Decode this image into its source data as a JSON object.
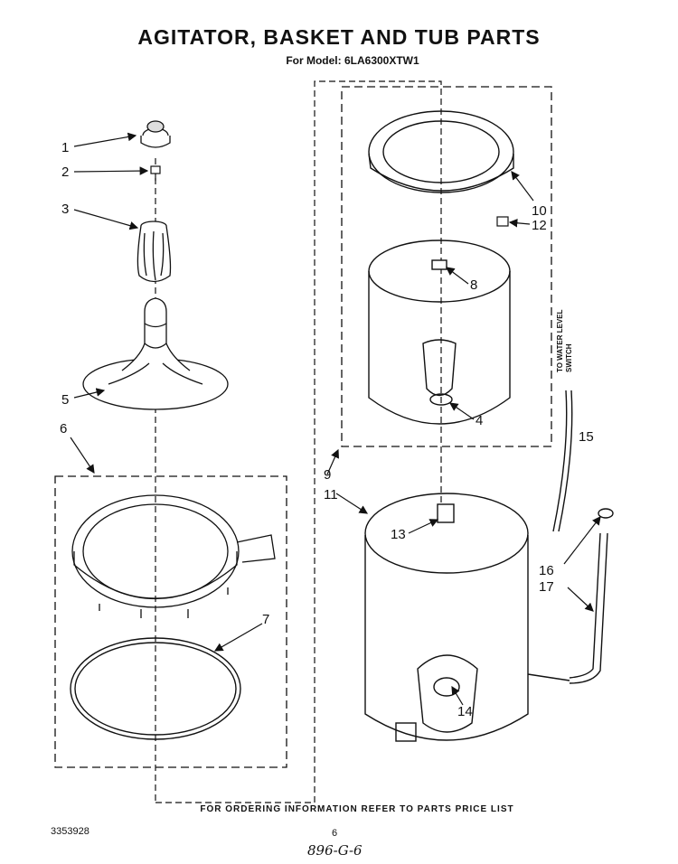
{
  "header": {
    "title": "AGITATOR, BASKET AND TUB PARTS",
    "model": "For Model: 6LA6300XTW1"
  },
  "callouts": {
    "c1": "1",
    "c2": "2",
    "c3": "3",
    "c4": "4",
    "c5": "5",
    "c6": "6",
    "c7": "7",
    "c8": "8",
    "c9": "9",
    "c10": "10",
    "c11": "11",
    "c12": "12",
    "c13": "13",
    "c14": "14",
    "c15": "15",
    "c16": "16",
    "c17": "17"
  },
  "side_note": {
    "line1": "TO WATER LEVEL",
    "line2": "SWITCH"
  },
  "footer": {
    "note": "FOR ORDERING INFORMATION REFER TO PARTS PRICE LIST",
    "doc_number": "3353928",
    "page_number": "6",
    "handwritten": "896-G-6"
  }
}
